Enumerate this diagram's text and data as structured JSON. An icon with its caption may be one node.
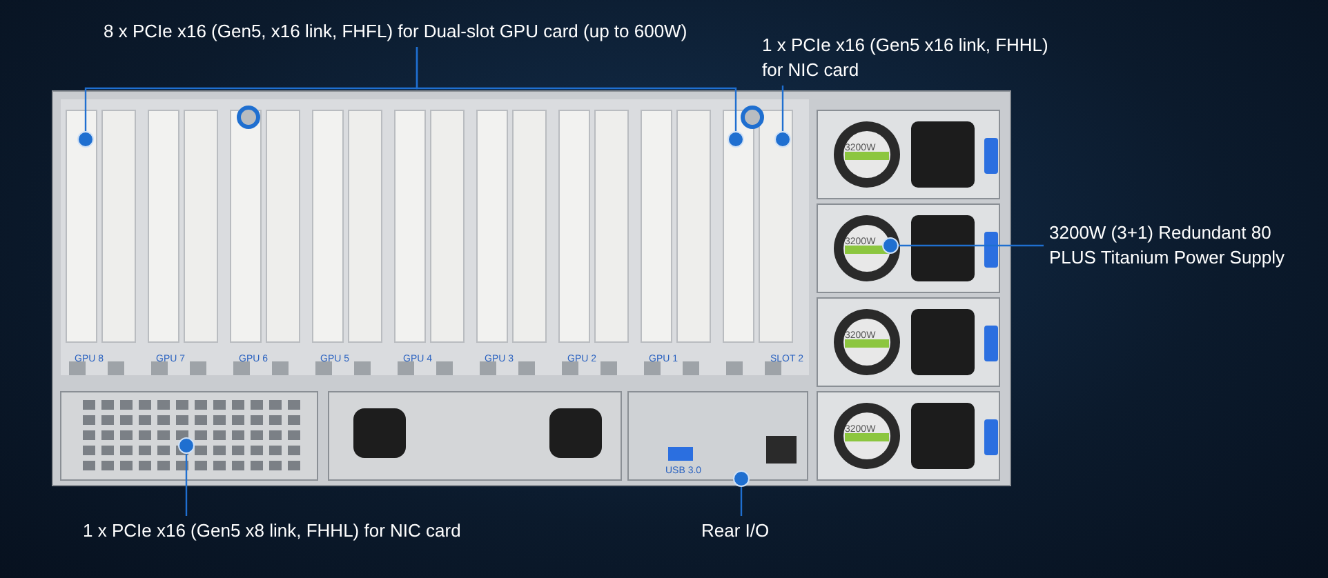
{
  "diagram": {
    "nodes": [
      {
        "text": [
          "8 x PCIe x16 (Gen5, x16 link, FHFL) for Dual-slot GPU card (up to 600W)"
        ]
      },
      {
        "text": [
          "1 x PCIe x16 (Gen5 x16 link, FHHL) for NIC card"
        ]
      },
      {
        "text": [
          "3200W (3+1) Redundant 80 PLUS Titanium Power Supply"
        ]
      },
      {
        "text": [
          "1 x PCIe x16 (Gen5 x8 link, FHHL) for NIC card"
        ]
      },
      {
        "text": [
          "Rear I/O"
        ]
      },
      {
        "text": [],
        "shape": "circle"
      },
      {
        "text": [],
        "shape": "circle"
      },
      {
        "text": [],
        "shape": "circle"
      },
      {
        "text": [],
        "shape": "circle"
      },
      {
        "text": [],
        "shape": "circle"
      },
      {
        "text": [],
        "shape": "circle"
      }
    ],
    "edges": [
      {
        "from": 0,
        "to": 5,
        "arrow": "none"
      },
      {
        "from": 0,
        "to": 6,
        "arrow": "none"
      },
      {
        "from": 1,
        "to": 7,
        "arrow": "none"
      },
      {
        "from": 2,
        "to": 8,
        "arrow": "none"
      },
      {
        "from": 3,
        "to": 9,
        "arrow": "none"
      },
      {
        "from": 4,
        "to": 10,
        "arrow": "none"
      }
    ],
    "labels": [
      "3200W",
      "3200W",
      "GPU 8",
      "GPU 7",
      "GPU 6",
      "GPU 5",
      "GPU 4",
      "GPU 3",
      "GPU 2",
      "GPU 1",
      "SLOT 2",
      "3200W",
      "3200W",
      "USB 3.0"
    ]
  }
}
